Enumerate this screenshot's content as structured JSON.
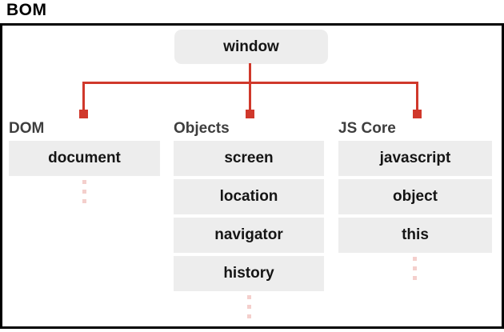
{
  "title": "BOM",
  "diagram": {
    "root": {
      "label": "window"
    },
    "columns": [
      {
        "label": "DOM",
        "items": [
          "document"
        ]
      },
      {
        "label": "Objects",
        "items": [
          "screen",
          "location",
          "navigator",
          "history"
        ]
      },
      {
        "label": "JS Core",
        "items": [
          "javascript",
          "object",
          "this"
        ]
      }
    ],
    "connector": {
      "color": "#d0382b",
      "endpoint_marker": "red-square-marker",
      "continuation_marker": "faint-vertical-dots"
    },
    "colors": {
      "background": "#ffffff",
      "frame_border": "#000000",
      "node_bg": "#ededed",
      "node_text": "#151515",
      "column_label_text": "#3e3e3e",
      "title_text": "#000000"
    }
  }
}
